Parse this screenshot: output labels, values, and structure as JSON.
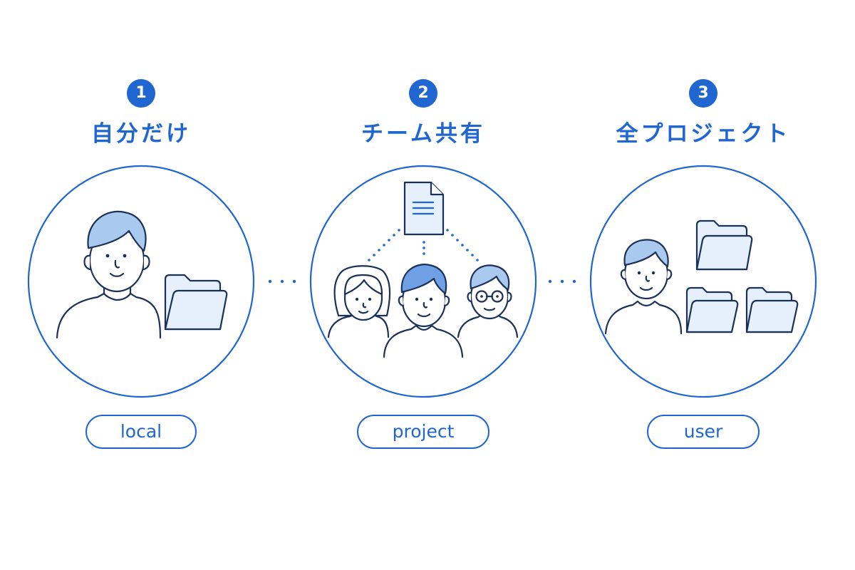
{
  "colors": {
    "accent": "#1f66d1",
    "face": "#ffffff",
    "hair_light": "#a9c9ef",
    "hair_dark": "#6f9fe4",
    "folder_fill": "#e6f0fc",
    "line": "#1b3157"
  },
  "steps": [
    {
      "number": "1",
      "title": "自分だけ",
      "scope": "local",
      "icons": [
        "person-icon",
        "folder-icon"
      ]
    },
    {
      "number": "2",
      "title": "チーム共有",
      "scope": "project",
      "icons": [
        "document-icon",
        "person-woman-icon",
        "person-man-icon",
        "person-glasses-icon"
      ]
    },
    {
      "number": "3",
      "title": "全プロジェクト",
      "scope": "user",
      "icons": [
        "person-icon",
        "folder-icon",
        "folder-icon",
        "folder-icon"
      ]
    }
  ],
  "connectors": [
    "dotted-connector",
    "dotted-connector"
  ]
}
